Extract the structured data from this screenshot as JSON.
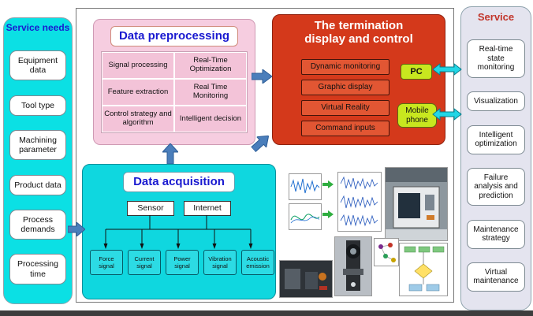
{
  "diagram": {
    "left_panel": {
      "title": "Service needs",
      "items": [
        "Equipment data",
        "Tool type",
        "Machining parameter",
        "Product data",
        "Process demands",
        "Processing time"
      ]
    },
    "preprocessing": {
      "title": "Data preprocessing",
      "cells": [
        [
          "Signal processing",
          "Real-Time Optimization"
        ],
        [
          "Feature extraction",
          "Real Time Monitoring"
        ],
        [
          "Control strategy and algorithm",
          "Intelligent decision"
        ]
      ]
    },
    "termination": {
      "title": "The termination display and control",
      "functions": [
        "Dynamic monitoring",
        "Graphic display",
        "Virtual Reality",
        "Command inputs"
      ],
      "devices": [
        "PC",
        "Mobile phone"
      ]
    },
    "acquisition": {
      "title": "Data acquisition",
      "sources": [
        "Sensor",
        "Internet"
      ],
      "signals": [
        "Force signal",
        "Current signal",
        "Power signal",
        "Vibration signal",
        "Acoustic emission"
      ]
    },
    "right_panel": {
      "title": "Service",
      "items": [
        "Real-time state monitoring",
        "Visualization",
        "Intelligent optimization",
        "Failure analysis and prediction",
        "Maintenance strategy",
        "Virtual maintenance"
      ]
    },
    "colors": {
      "cyan_panel": "#0fd7df",
      "pink_panel": "#f6cde0",
      "red_panel": "#d4391b",
      "device_green": "#c8e71f",
      "arrow_blue": "#4a7ebb",
      "arrow_cyan": "#22d6e6",
      "title_blue": "#1a1ad0",
      "service_title_red": "#c2362b",
      "right_panel_bg": "#e4e4ef"
    }
  }
}
